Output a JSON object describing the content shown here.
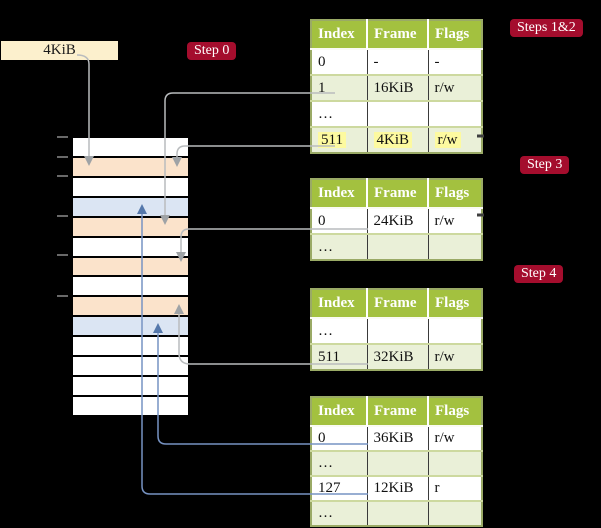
{
  "memlabel": {
    "text": "4KiB"
  },
  "badges": [
    {
      "label": "Step 0"
    },
    {
      "label": "Steps 1&2"
    },
    {
      "label": "Step 3"
    },
    {
      "label": "Step 4"
    }
  ],
  "table_headers": [
    "Index",
    "Frame",
    "Flags"
  ],
  "tables": [
    {
      "rows": [
        [
          "0",
          "-",
          "-"
        ],
        [
          "1",
          "16KiB",
          "r/w"
        ],
        [
          "…",
          "",
          ""
        ],
        [
          "511",
          "4KiB",
          "r/w"
        ]
      ]
    },
    {
      "rows": [
        [
          "0",
          "24KiB",
          "r/w"
        ],
        [
          "…",
          "",
          ""
        ]
      ]
    },
    {
      "rows": [
        [
          "…",
          "",
          ""
        ],
        [
          "511",
          "32KiB",
          "r/w"
        ]
      ]
    },
    {
      "rows": [
        [
          "0",
          "36KiB",
          "r/w"
        ],
        [
          "…",
          "",
          ""
        ],
        [
          "127",
          "12KiB",
          "r"
        ],
        [
          "…",
          "",
          ""
        ]
      ]
    }
  ],
  "memory": {
    "rows": [
      "white",
      "peach",
      "white",
      "blue",
      "peach",
      "white",
      "peach",
      "white",
      "peach",
      "blue",
      "white",
      "white",
      "white",
      "white"
    ]
  },
  "colors": {
    "header_green": "#a3c13f",
    "row_green": "#eaf0d8",
    "table_border": "#9aaa66",
    "highlight_yellow": "#fdfaa0",
    "badge_red": "#a40d2d",
    "frame_peach": "#fbe3cb",
    "frame_blue": "#dbe5f3",
    "pointer_label_cream": "#fcf0cd",
    "arrow_gray": "#b9bcbe",
    "arrow_blue": "#7793c3"
  }
}
